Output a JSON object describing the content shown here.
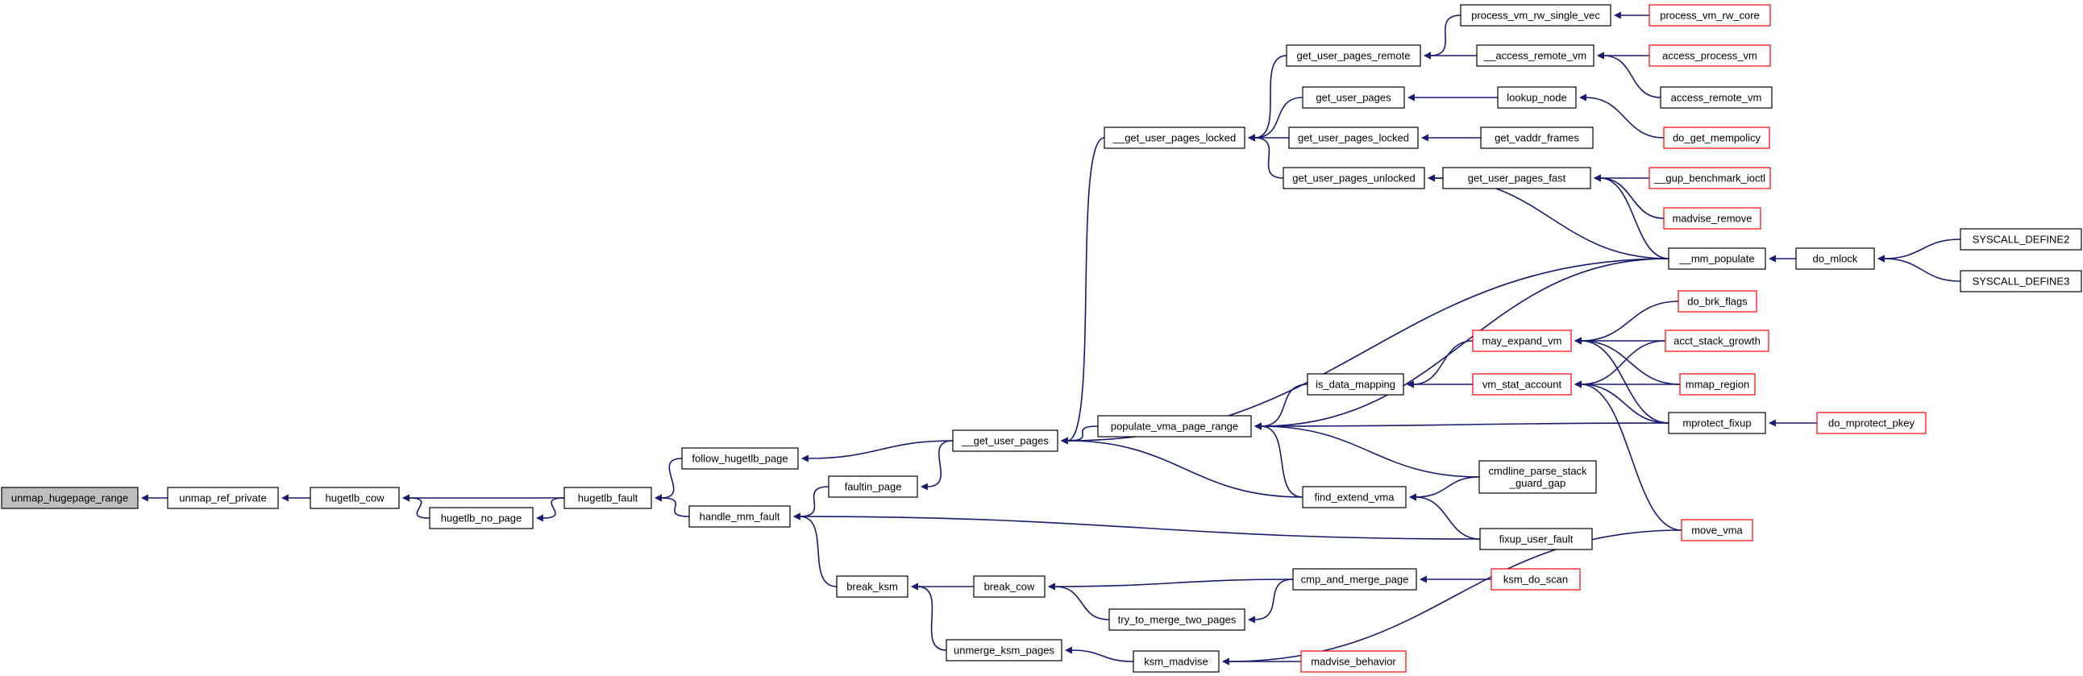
{
  "colors": {
    "edge": "#191970",
    "root_fill": "#bfbfbf",
    "node_border": "#000000",
    "truncated_border": "#ff0000",
    "text": "#000000"
  },
  "nodes": [
    {
      "id": "unmap_hugepage_range",
      "label": "unmap_hugepage_range",
      "style": "root"
    },
    {
      "id": "unmap_ref_private",
      "label": "unmap_ref_private",
      "style": "normal"
    },
    {
      "id": "hugetlb_cow",
      "label": "hugetlb_cow",
      "style": "normal"
    },
    {
      "id": "hugetlb_no_page",
      "label": "hugetlb_no_page",
      "style": "normal"
    },
    {
      "id": "hugetlb_fault",
      "label": "hugetlb_fault",
      "style": "normal"
    },
    {
      "id": "follow_hugetlb_page",
      "label": "follow_hugetlb_page",
      "style": "normal"
    },
    {
      "id": "handle_mm_fault",
      "label": "handle_mm_fault",
      "style": "normal"
    },
    {
      "id": "faultin_page",
      "label": "faultin_page",
      "style": "normal"
    },
    {
      "id": "break_ksm",
      "label": "break_ksm",
      "style": "normal"
    },
    {
      "id": "unmerge_ksm_pages",
      "label": "unmerge_ksm_pages",
      "style": "normal"
    },
    {
      "id": "__get_user_pages",
      "label": "__get_user_pages",
      "style": "normal"
    },
    {
      "id": "break_cow",
      "label": "break_cow",
      "style": "normal"
    },
    {
      "id": "try_to_merge_two_pages",
      "label": "try_to_merge_two_pages",
      "style": "normal"
    },
    {
      "id": "ksm_madvise",
      "label": "ksm_madvise",
      "style": "normal"
    },
    {
      "id": "__get_user_pages_locked",
      "label": "__get_user_pages_locked",
      "style": "normal"
    },
    {
      "id": "populate_vma_page_range",
      "label": "populate_vma_page_range",
      "style": "normal"
    },
    {
      "id": "find_extend_vma",
      "label": "find_extend_vma",
      "style": "normal"
    },
    {
      "id": "cmp_and_merge_page",
      "label": "cmp_and_merge_page",
      "style": "normal"
    },
    {
      "id": "get_user_pages_remote",
      "label": "get_user_pages_remote",
      "style": "normal"
    },
    {
      "id": "get_user_pages",
      "label": "get_user_pages",
      "style": "normal"
    },
    {
      "id": "get_user_pages_locked",
      "label": "get_user_pages_locked",
      "style": "normal"
    },
    {
      "id": "get_user_pages_unlocked",
      "label": "get_user_pages_unlocked",
      "style": "normal"
    },
    {
      "id": "is_data_mapping",
      "label": "is_data_mapping",
      "style": "normal"
    },
    {
      "id": "process_vm_rw_single_vec",
      "label": "process_vm_rw_single_vec",
      "style": "normal"
    },
    {
      "id": "__access_remote_vm",
      "label": "__access_remote_vm",
      "style": "normal"
    },
    {
      "id": "lookup_node",
      "label": "lookup_node",
      "style": "normal"
    },
    {
      "id": "get_vaddr_frames",
      "label": "get_vaddr_frames",
      "style": "normal"
    },
    {
      "id": "get_user_pages_fast",
      "label": "get_user_pages_fast",
      "style": "normal"
    },
    {
      "id": "may_expand_vm",
      "label": "may_expand_vm",
      "style": "truncated"
    },
    {
      "id": "vm_stat_account",
      "label": "vm_stat_account",
      "style": "truncated"
    },
    {
      "id": "cmdline_parse_stack_guard_gap",
      "label": "cmdline_parse_stack\n_guard_gap",
      "style": "normal"
    },
    {
      "id": "fixup_user_fault",
      "label": "fixup_user_fault",
      "style": "normal"
    },
    {
      "id": "ksm_do_scan",
      "label": "ksm_do_scan",
      "style": "truncated"
    },
    {
      "id": "madvise_behavior",
      "label": "madvise_behavior",
      "style": "truncated"
    },
    {
      "id": "process_vm_rw_core",
      "label": "process_vm_rw_core",
      "style": "truncated"
    },
    {
      "id": "access_process_vm",
      "label": "access_process_vm",
      "style": "truncated"
    },
    {
      "id": "access_remote_vm",
      "label": "access_remote_vm",
      "style": "normal"
    },
    {
      "id": "do_get_mempolicy",
      "label": "do_get_mempolicy",
      "style": "truncated"
    },
    {
      "id": "__gup_benchmark_ioctl",
      "label": "__gup_benchmark_ioctl",
      "style": "truncated"
    },
    {
      "id": "madvise_remove",
      "label": "madvise_remove",
      "style": "truncated"
    },
    {
      "id": "__mm_populate",
      "label": "__mm_populate",
      "style": "normal"
    },
    {
      "id": "do_brk_flags",
      "label": "do_brk_flags",
      "style": "truncated"
    },
    {
      "id": "acct_stack_growth",
      "label": "acct_stack_growth",
      "style": "truncated"
    },
    {
      "id": "mmap_region",
      "label": "mmap_region",
      "style": "truncated"
    },
    {
      "id": "mprotect_fixup",
      "label": "mprotect_fixup",
      "style": "normal"
    },
    {
      "id": "move_vma",
      "label": "move_vma",
      "style": "truncated"
    },
    {
      "id": "do_mlock",
      "label": "do_mlock",
      "style": "normal"
    },
    {
      "id": "do_mprotect_pkey",
      "label": "do_mprotect_pkey",
      "style": "truncated"
    },
    {
      "id": "SYSCALL_DEFINE2",
      "label": "SYSCALL_DEFINE2",
      "style": "normal"
    },
    {
      "id": "SYSCALL_DEFINE3",
      "label": "SYSCALL_DEFINE3",
      "style": "normal"
    }
  ],
  "edges": [
    [
      "unmap_hugepage_range",
      "unmap_ref_private"
    ],
    [
      "unmap_ref_private",
      "hugetlb_cow"
    ],
    [
      "hugetlb_cow",
      "hugetlb_fault"
    ],
    [
      "hugetlb_cow",
      "hugetlb_no_page"
    ],
    [
      "hugetlb_no_page",
      "hugetlb_fault"
    ],
    [
      "hugetlb_fault",
      "follow_hugetlb_page"
    ],
    [
      "hugetlb_fault",
      "handle_mm_fault"
    ],
    [
      "follow_hugetlb_page",
      "__get_user_pages"
    ],
    [
      "handle_mm_fault",
      "faultin_page"
    ],
    [
      "handle_mm_fault",
      "break_ksm"
    ],
    [
      "handle_mm_fault",
      "fixup_user_fault"
    ],
    [
      "faultin_page",
      "__get_user_pages"
    ],
    [
      "break_ksm",
      "break_cow"
    ],
    [
      "break_ksm",
      "unmerge_ksm_pages"
    ],
    [
      "unmerge_ksm_pages",
      "ksm_madvise"
    ],
    [
      "break_cow",
      "cmp_and_merge_page"
    ],
    [
      "break_cow",
      "try_to_merge_two_pages"
    ],
    [
      "try_to_merge_two_pages",
      "cmp_and_merge_page"
    ],
    [
      "ksm_madvise",
      "move_vma"
    ],
    [
      "ksm_madvise",
      "madvise_behavior"
    ],
    [
      "cmp_and_merge_page",
      "ksm_do_scan"
    ],
    [
      "__get_user_pages",
      "__get_user_pages_locked"
    ],
    [
      "__get_user_pages",
      "populate_vma_page_range"
    ],
    [
      "__get_user_pages",
      "find_extend_vma"
    ],
    [
      "__get_user_pages",
      "__mm_populate"
    ],
    [
      "__get_user_pages_locked",
      "get_user_pages_remote"
    ],
    [
      "__get_user_pages_locked",
      "get_user_pages"
    ],
    [
      "__get_user_pages_locked",
      "get_user_pages_locked"
    ],
    [
      "__get_user_pages_locked",
      "get_user_pages_unlocked"
    ],
    [
      "get_user_pages_remote",
      "process_vm_rw_single_vec"
    ],
    [
      "get_user_pages_remote",
      "__access_remote_vm"
    ],
    [
      "process_vm_rw_single_vec",
      "process_vm_rw_core"
    ],
    [
      "__access_remote_vm",
      "access_process_vm"
    ],
    [
      "__access_remote_vm",
      "access_remote_vm"
    ],
    [
      "get_user_pages",
      "lookup_node"
    ],
    [
      "lookup_node",
      "do_get_mempolicy"
    ],
    [
      "get_user_pages_locked",
      "get_vaddr_frames"
    ],
    [
      "get_user_pages_unlocked",
      "get_user_pages_fast"
    ],
    [
      "get_user_pages_unlocked",
      "__mm_populate"
    ],
    [
      "get_user_pages_fast",
      "__gup_benchmark_ioctl"
    ],
    [
      "get_user_pages_fast",
      "madvise_remove"
    ],
    [
      "get_user_pages_fast",
      "__mm_populate"
    ],
    [
      "populate_vma_page_range",
      "__mm_populate"
    ],
    [
      "populate_vma_page_range",
      "is_data_mapping"
    ],
    [
      "populate_vma_page_range",
      "find_extend_vma"
    ],
    [
      "populate_vma_page_range",
      "cmdline_parse_stack_guard_gap"
    ],
    [
      "populate_vma_page_range",
      "mprotect_fixup"
    ],
    [
      "find_extend_vma",
      "cmdline_parse_stack_guard_gap"
    ],
    [
      "find_extend_vma",
      "fixup_user_fault"
    ],
    [
      "is_data_mapping",
      "may_expand_vm"
    ],
    [
      "is_data_mapping",
      "vm_stat_account"
    ],
    [
      "may_expand_vm",
      "do_brk_flags"
    ],
    [
      "may_expand_vm",
      "acct_stack_growth"
    ],
    [
      "may_expand_vm",
      "mmap_region"
    ],
    [
      "may_expand_vm",
      "mprotect_fixup"
    ],
    [
      "vm_stat_account",
      "acct_stack_growth"
    ],
    [
      "vm_stat_account",
      "mmap_region"
    ],
    [
      "vm_stat_account",
      "mprotect_fixup"
    ],
    [
      "vm_stat_account",
      "move_vma"
    ],
    [
      "mprotect_fixup",
      "do_mprotect_pkey"
    ],
    [
      "__mm_populate",
      "do_mlock"
    ],
    [
      "do_mlock",
      "SYSCALL_DEFINE2"
    ],
    [
      "do_mlock",
      "SYSCALL_DEFINE3"
    ]
  ]
}
